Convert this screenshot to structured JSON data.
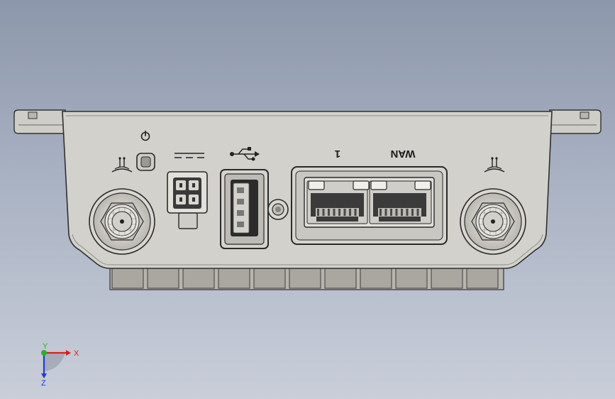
{
  "labels": {
    "port_1": "1",
    "port_wan": "WAN"
  },
  "triad": {
    "x_label": "X",
    "y_label": "Y",
    "z_label": "Z"
  },
  "icons": {
    "power_button": "power-icon",
    "dc_power": "dc-power-symbol-icon",
    "usb": "usb-symbol-icon",
    "antenna_left": "antenna-icon",
    "antenna_right": "antenna-icon"
  },
  "colors": {
    "housing": "#d3d1cb",
    "housing_edge": "#3a3a3a",
    "port_dark": "#2a2a2a",
    "axis_x": "#e01b1b",
    "axis_y": "#1fb81f",
    "axis_z": "#1c3fd6"
  }
}
